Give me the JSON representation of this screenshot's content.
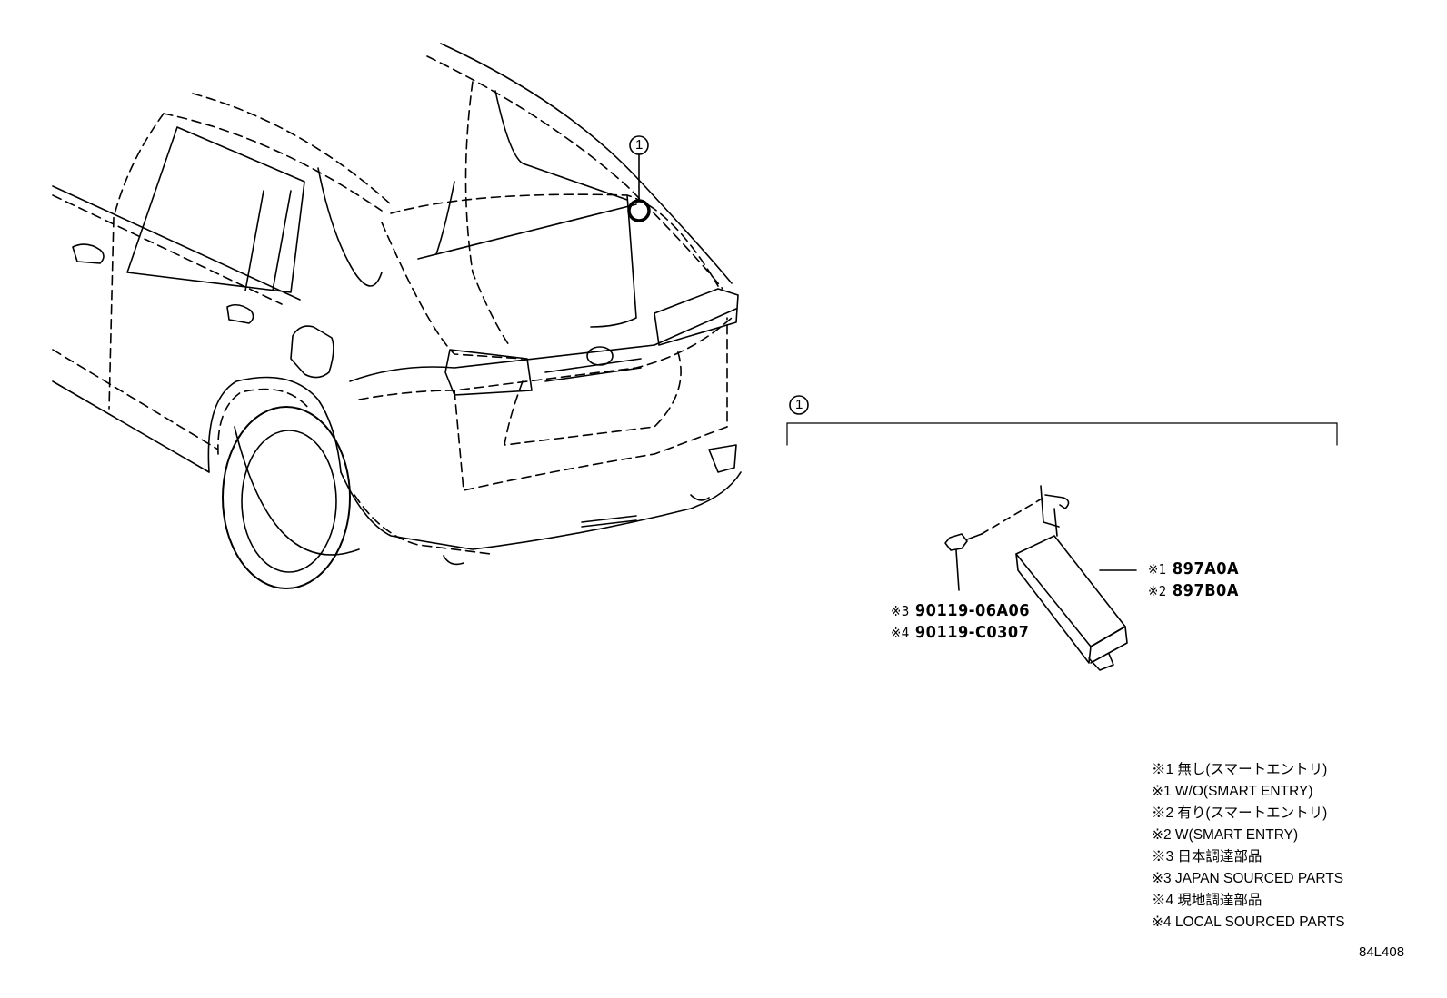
{
  "diagram": {
    "callouts": [
      {
        "number": "1"
      },
      {
        "number": "1"
      }
    ],
    "parts": [
      {
        "ref": "※1",
        "number": "897A0A"
      },
      {
        "ref": "※2",
        "number": "897B0A"
      },
      {
        "ref": "※3",
        "number": "90119-06A06"
      },
      {
        "ref": "※4",
        "number": "90119-C0307"
      }
    ],
    "legend": [
      "※1 無し(スマートエントリ)",
      "※1 W/O(SMART ENTRY)",
      "※2 有り(スマートエントリ)",
      "※2 W(SMART ENTRY)",
      "※3 日本調達部品",
      "※3 JAPAN SOURCED PARTS",
      "※4 現地調達部品",
      "※4 LOCAL SOURCED PARTS"
    ],
    "drawing_code": "84L408"
  }
}
